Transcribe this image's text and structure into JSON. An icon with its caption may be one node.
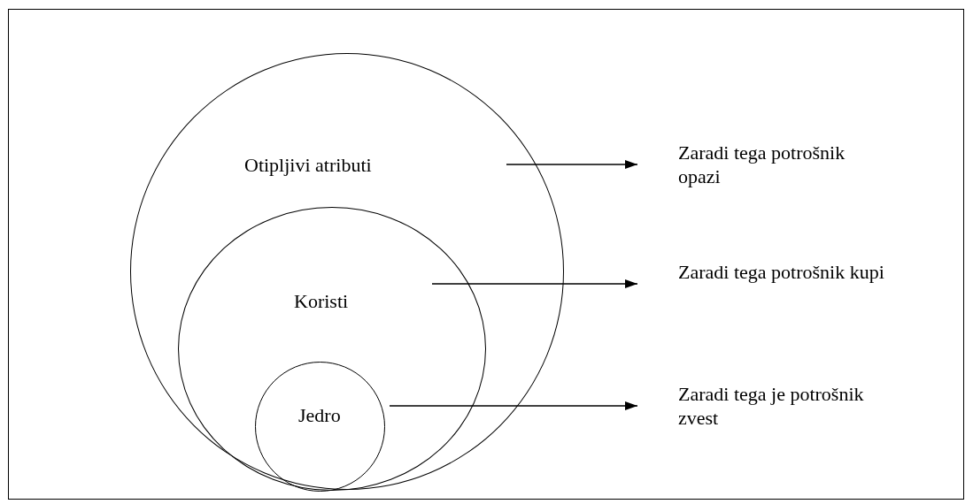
{
  "diagram": {
    "nodes": [
      {
        "text": [
          "Otipljivi atributi"
        ]
      },
      {
        "text": [
          "Koristi"
        ],
        "in": 0
      },
      {
        "text": [
          "Jedro"
        ],
        "in": 1
      },
      {
        "text": [
          "Zaradi tega potrošnik opazi"
        ]
      },
      {
        "text": [
          "Zaradi tega potrošnik kupi"
        ]
      },
      {
        "text": [
          "Zaradi tega je potrošnik zvest"
        ]
      }
    ],
    "edges": [
      {
        "from": 0,
        "to": 3,
        "arrow": "to"
      },
      {
        "from": 1,
        "to": 4,
        "arrow": "to"
      },
      {
        "from": 2,
        "to": 5,
        "arrow": "to"
      }
    ]
  }
}
